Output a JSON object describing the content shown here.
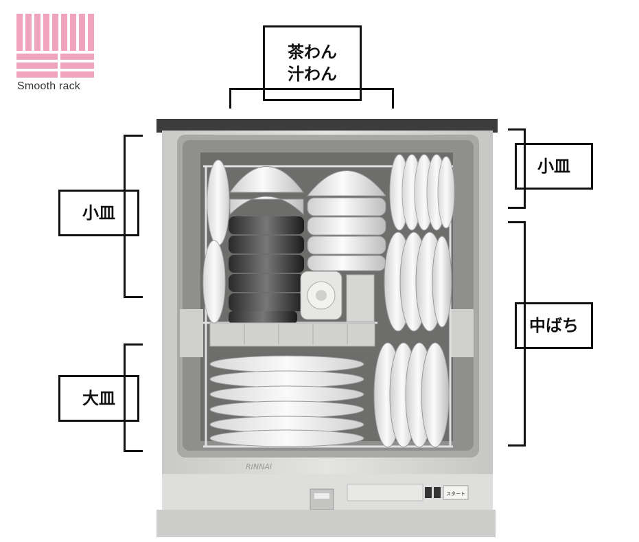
{
  "logo": {
    "caption": "Smooth rack",
    "color": "#f0a3bd"
  },
  "labels": {
    "top_line1": "茶わん",
    "top_line2": "汁わん",
    "left_upper": "小皿",
    "left_lower": "大皿",
    "right_upper": "小皿",
    "right_lower": "中ばち"
  },
  "appliance": {
    "brand_mark": "RINNAI",
    "body_color": "#d9d9d7",
    "top_strip_color": "#3a3a3a",
    "panel_text": "スタート"
  }
}
